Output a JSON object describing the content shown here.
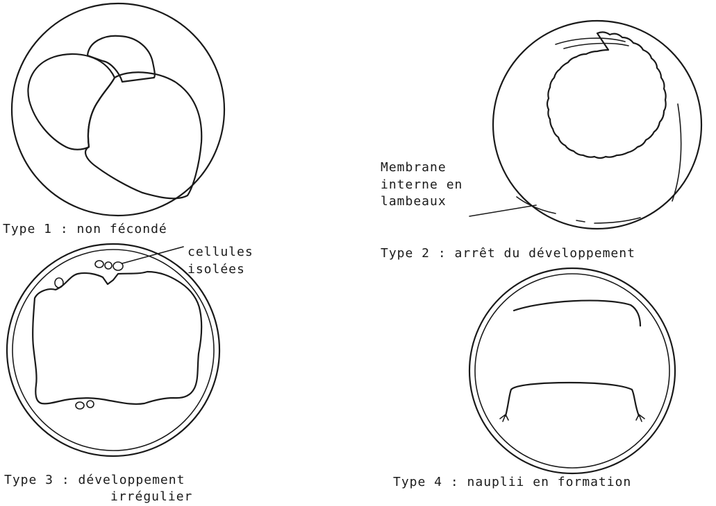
{
  "panels": [
    {
      "caption": "Type 1 : non fécondé"
    },
    {
      "caption": "Type 2 : arrêt du développement",
      "annotation": [
        "Membrane",
        "interne en",
        "lambeaux"
      ]
    },
    {
      "caption": [
        "Type 3 : développement",
        "irrégulier"
      ],
      "annotation": [
        "cellules",
        "isolées"
      ]
    },
    {
      "caption": "Type 4 : nauplii en formation"
    }
  ]
}
